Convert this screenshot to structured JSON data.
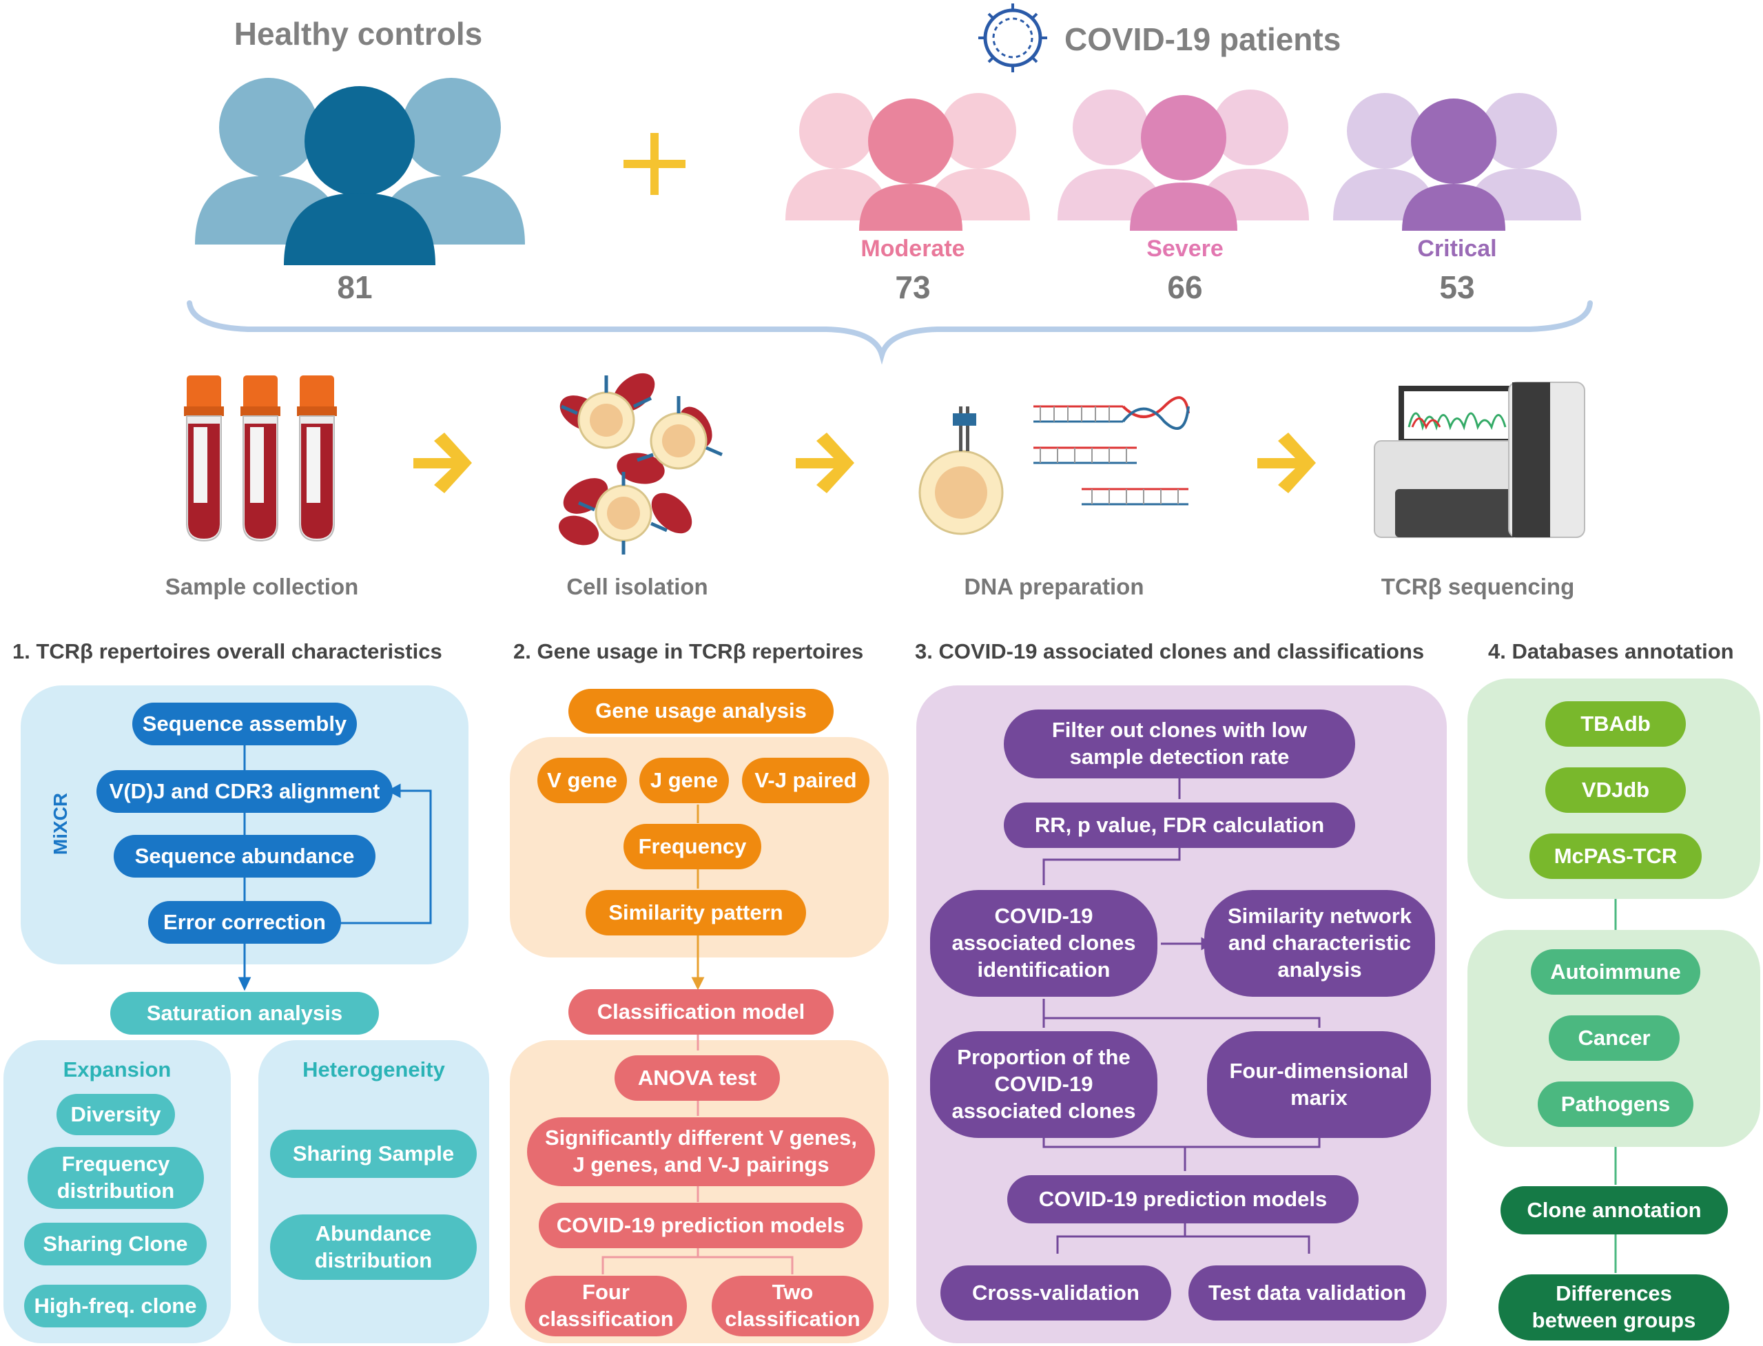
{
  "cohorts": {
    "healthy_title": "Healthy controls",
    "covid_title": "COVID-19 patients",
    "healthy_count": "81",
    "plus": "+",
    "groups": [
      {
        "label": "Moderate",
        "count": "73",
        "color": "#e9789a"
      },
      {
        "label": "Severe",
        "count": "66",
        "color": "#e277b0"
      },
      {
        "label": "Critical",
        "count": "53",
        "color": "#9a6ab6"
      }
    ]
  },
  "workflow": {
    "steps": [
      "Sample collection",
      "Cell isolation",
      "DNA preparation",
      "TCRβ sequencing"
    ]
  },
  "sections": {
    "s1": {
      "title": "1. TCRβ repertoires overall characteristics",
      "mixcr_label": "MiXCR",
      "pipeline": [
        "Sequence assembly",
        "V(D)J and CDR3 alignment",
        "Sequence abundance",
        "Error correction"
      ],
      "saturation": "Saturation analysis",
      "expansion": {
        "title": "Expansion",
        "items": [
          "Diversity",
          "Frequency\ndistribution",
          "Sharing Clone",
          "High-freq. clone"
        ]
      },
      "heterogeneity": {
        "title": "Heterogeneity",
        "items": [
          "Sharing Sample",
          "Abundance\ndistribution"
        ]
      }
    },
    "s2": {
      "title": "2. Gene usage in TCRβ repertoires",
      "gene_usage": "Gene usage analysis",
      "genes": [
        "V gene",
        "J gene",
        "V-J paired"
      ],
      "frequency": "Frequency",
      "similarity": "Similarity pattern",
      "classification": "Classification model",
      "anova": "ANOVA test",
      "significant": "Significantly different V genes,\nJ genes, and V-J pairings",
      "prediction": "COVID-19 prediction models",
      "four": "Four\nclassification",
      "two": "Two\nclassification"
    },
    "s3": {
      "title": "3. COVID-19 associated clones and classifications",
      "filter": "Filter out clones with low\nsample detection rate",
      "rr": "RR, p value, FDR calculation",
      "identification": "COVID-19\nassociated clones\nidentification",
      "network": "Similarity network\nand characteristic\nanalysis",
      "proportion": "Proportion of the\nCOVID-19\nassociated clones",
      "fourdim": "Four-dimensional\nmarix",
      "prediction": "COVID-19 prediction models",
      "cv": "Cross-validation",
      "test": "Test data validation"
    },
    "s4": {
      "title": "4. Databases annotation",
      "databases": [
        "TBAdb",
        "VDJdb",
        "McPAS-TCR"
      ],
      "categories": [
        "Autoimmune",
        "Cancer",
        "Pathogens"
      ],
      "clone_annotation": "Clone annotation",
      "differences": "Differences\nbetween groups"
    }
  },
  "colors": {
    "healthy": "#7fb3cc",
    "healthy_dark": "#0d6996",
    "arrow": "#f5c330",
    "panel_blue": "#d4ecf7",
    "panel_orange": "#fde6cc",
    "panel_purple": "#e6d3ea",
    "panel_green": "#d7eed6"
  }
}
